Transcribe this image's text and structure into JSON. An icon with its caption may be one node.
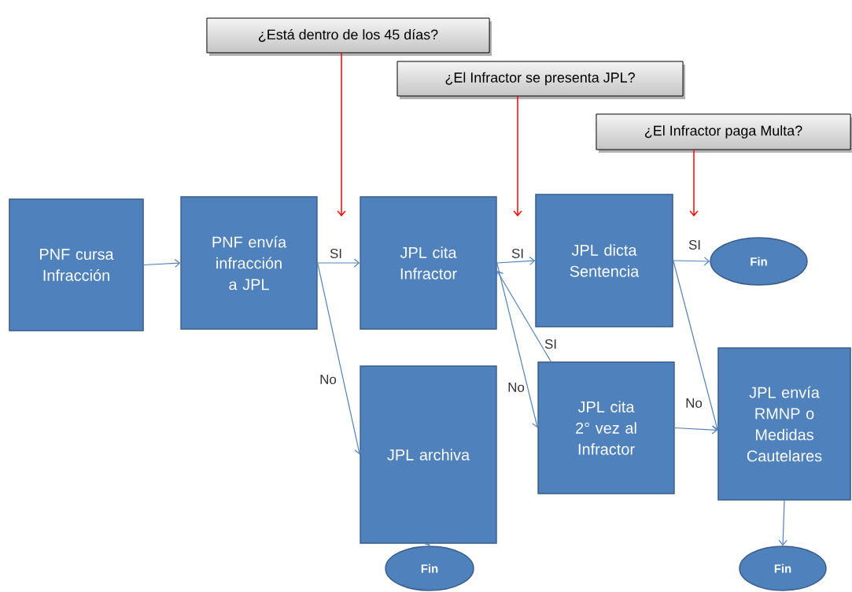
{
  "diagram": {
    "nodes": [
      {
        "text": [
          "PNF cursa Infracción"
        ]
      },
      {
        "text": [
          "PNF envía infracción a JPL"
        ]
      },
      {
        "text": [
          "JPL cita Infractor"
        ]
      },
      {
        "text": [
          "JPL dicta Sentencia"
        ]
      },
      {
        "text": [
          "Fin"
        ]
      },
      {
        "text": [
          "JPL archiva"
        ]
      },
      {
        "text": [
          "JPL cita 2° vez al Infractor"
        ]
      },
      {
        "text": [
          "JPL envía RMNP o Medidas Cautelares"
        ]
      },
      {
        "text": [
          "Fin"
        ]
      },
      {
        "text": [
          "Fin"
        ]
      },
      {
        "text": [
          "¿Está dentro de los 45 días?"
        ]
      },
      {
        "text": [
          "¿El Infractor se presenta JPL?"
        ]
      },
      {
        "text": [
          "¿El Infractor paga Multa?"
        ]
      }
    ],
    "edges": [
      {
        "from": 0,
        "to": 1,
        "arrow": "to"
      },
      {
        "from": 1,
        "to": 2,
        "arrow": "to",
        "label": "SI"
      },
      {
        "from": 1,
        "to": 5,
        "arrow": "to",
        "label": "No"
      },
      {
        "from": 2,
        "to": 3,
        "arrow": "to",
        "label": "SI"
      },
      {
        "from": 2,
        "to": 6,
        "arrow": "to",
        "label": "No"
      },
      {
        "from": 6,
        "to": 2,
        "arrow": "to",
        "label": "SI"
      },
      {
        "from": 3,
        "to": 4,
        "arrow": "to",
        "label": "SI"
      },
      {
        "from": 3,
        "to": 7,
        "arrow": "to"
      },
      {
        "from": 6,
        "to": 7,
        "arrow": "to",
        "label": "No"
      },
      {
        "from": 5,
        "to": 8,
        "arrow": "to"
      },
      {
        "from": 7,
        "to": 9,
        "arrow": "to"
      },
      {
        "from": 10,
        "to": null,
        "arrow": "to",
        "color": "#ff0000"
      },
      {
        "from": 11,
        "to": null,
        "arrow": "to",
        "color": "#ff0000"
      },
      {
        "from": 12,
        "to": null,
        "arrow": "to",
        "color": "#ff0000"
      }
    ]
  }
}
